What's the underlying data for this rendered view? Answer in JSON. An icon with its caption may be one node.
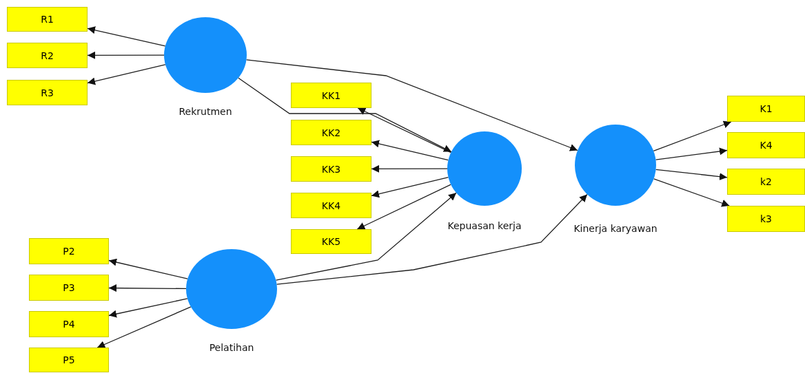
{
  "diagram": {
    "nodes": [
      {
        "text": [
          "R1"
        ]
      },
      {
        "text": [
          "R2"
        ]
      },
      {
        "text": [
          "R3"
        ]
      },
      {
        "text": [
          "Rekrutmen"
        ]
      },
      {
        "text": [
          "KK1"
        ]
      },
      {
        "text": [
          "KK2"
        ]
      },
      {
        "text": [
          "KK3"
        ]
      },
      {
        "text": [
          "KK4"
        ]
      },
      {
        "text": [
          "KK5"
        ]
      },
      {
        "text": [
          "Kepuasan kerja"
        ]
      },
      {
        "text": [
          "Kinerja karyawan"
        ]
      },
      {
        "text": [
          "K1"
        ]
      },
      {
        "text": [
          "K4"
        ]
      },
      {
        "text": [
          "k2"
        ]
      },
      {
        "text": [
          "k3"
        ]
      },
      {
        "text": [
          "P2"
        ]
      },
      {
        "text": [
          "P3"
        ]
      },
      {
        "text": [
          "P4"
        ]
      },
      {
        "text": [
          "P5"
        ]
      },
      {
        "text": [
          "Pelatihan"
        ]
      }
    ],
    "edges": [
      {
        "from": 3,
        "to": 0,
        "arrow": "to"
      },
      {
        "from": 3,
        "to": 1,
        "arrow": "to"
      },
      {
        "from": 3,
        "to": 2,
        "arrow": "to"
      },
      {
        "from": 9,
        "to": 4,
        "arrow": "to"
      },
      {
        "from": 9,
        "to": 5,
        "arrow": "to"
      },
      {
        "from": 9,
        "to": 6,
        "arrow": "to"
      },
      {
        "from": 9,
        "to": 7,
        "arrow": "to"
      },
      {
        "from": 9,
        "to": 8,
        "arrow": "to"
      },
      {
        "from": 10,
        "to": 11,
        "arrow": "to"
      },
      {
        "from": 10,
        "to": 12,
        "arrow": "to"
      },
      {
        "from": 10,
        "to": 13,
        "arrow": "to"
      },
      {
        "from": 10,
        "to": 14,
        "arrow": "to"
      },
      {
        "from": 19,
        "to": 15,
        "arrow": "to"
      },
      {
        "from": 19,
        "to": 16,
        "arrow": "to"
      },
      {
        "from": 19,
        "to": 17,
        "arrow": "to"
      },
      {
        "from": 19,
        "to": 18,
        "arrow": "to"
      },
      {
        "from": 3,
        "to": 9,
        "arrow": "to"
      },
      {
        "from": 3,
        "to": 10,
        "arrow": "to"
      },
      {
        "from": 19,
        "to": 9,
        "arrow": "to"
      },
      {
        "from": 19,
        "to": 10,
        "arrow": "to"
      }
    ]
  }
}
